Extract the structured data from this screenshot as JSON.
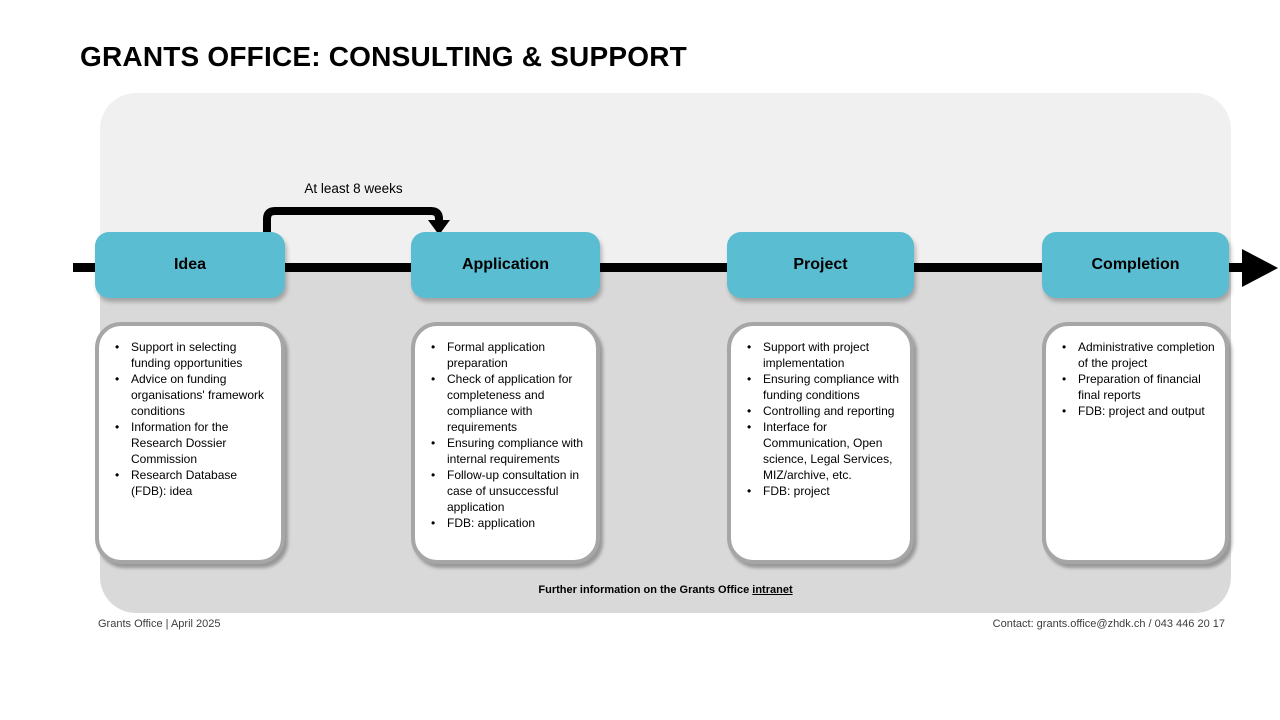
{
  "title": "GRANTS OFFICE: CONSULTING & SUPPORT",
  "timeline": {
    "annotation": "At least 8 weeks",
    "stages": [
      {
        "label": "Idea",
        "bullets": [
          "Support in selecting funding opportunities",
          "Advice on funding organisations' framework conditions",
          "Information for the Research Dossier Commission",
          "Research Database (FDB): idea"
        ]
      },
      {
        "label": "Application",
        "bullets": [
          "Formal application preparation",
          "Check of application for completeness and compliance with requirements",
          "Ensuring compliance with internal requirements",
          "Follow-up consultation in case of unsuccessful application",
          "FDB: application"
        ]
      },
      {
        "label": "Project",
        "bullets": [
          "Support with project implementation",
          "Ensuring compliance with funding conditions",
          "Controlling and reporting",
          "Interface for Communication, Open science, Legal Services, MIZ/archive, etc.",
          "FDB: project"
        ]
      },
      {
        "label": "Completion",
        "bullets": [
          "Administrative completion of the project",
          "Preparation of financial final reports",
          "FDB: project and output"
        ]
      }
    ]
  },
  "band_note": {
    "text": "Further information on the Grants Office ",
    "link_label": "intranet"
  },
  "footer": {
    "left": "Grants Office | April 2025",
    "right": "Contact: grants.office@zhdk.ch / 043 446 20 17"
  },
  "colors": {
    "stage_fill": "#5bbdd2",
    "band_top": "#f0f0f0",
    "band_bottom": "#d9d9d9",
    "card_border": "#a6a6a6",
    "arrow": "#000000"
  }
}
